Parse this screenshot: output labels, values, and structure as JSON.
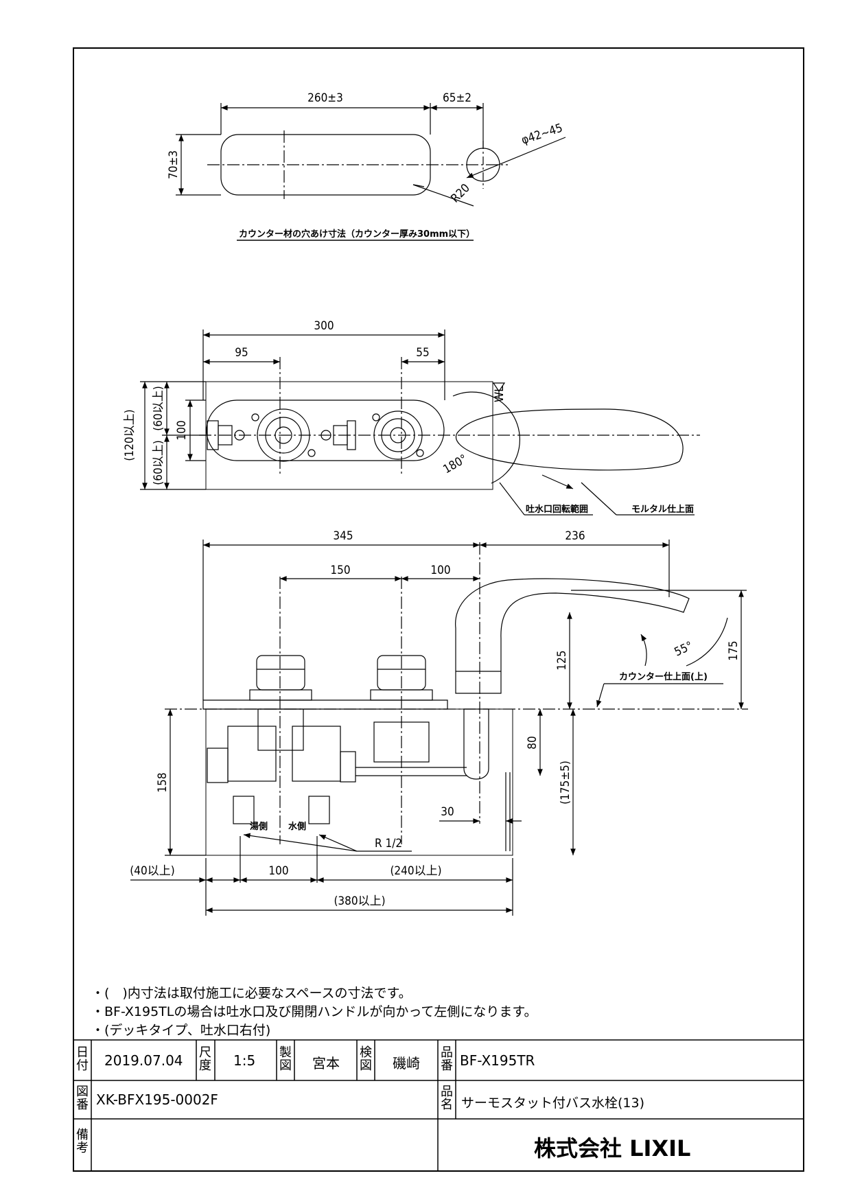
{
  "top_view": {
    "dim_width": "260±3",
    "dim_gap": "65±2",
    "dim_height": "70±3",
    "dim_hole": "φ42~45",
    "dim_radius": "R20",
    "caption": "カウンター材の穴あけ寸法（カウンター厚み30mm以下）"
  },
  "plan_view": {
    "dim_total": "300",
    "dim_left": "95",
    "dim_right": "55",
    "dim_height": "100",
    "dim_left_outer": "(120以上)",
    "dim_upper": "(60以上)",
    "dim_lower": "(60以上)",
    "angle": "180°",
    "wl": "WL",
    "callout_spout": "吐水口回転範囲",
    "callout_mortar": "モルタル仕上面"
  },
  "front_view": {
    "dim_345": "345",
    "dim_236": "236",
    "dim_150": "150",
    "dim_100": "100",
    "dim_175": "175",
    "dim_125": "125",
    "dim_55": "55°",
    "counter_label": "カウンター仕上面(上)",
    "dim_158": "158",
    "dim_80": "80",
    "dim_175_5": "(175±5)",
    "dim_30": "30",
    "hot_side": "湯側",
    "cold_side": "水側",
    "thread": "R 1/2",
    "dim_40": "(40以上)",
    "dim_100_b": "100",
    "dim_240": "(240以上)",
    "dim_380": "(380以上)"
  },
  "notes": [
    "・(　)内寸法は取付施工に必要なスペースの寸法です。",
    "・BF-X195TLの場合は吐水口及び開閉ハンドルが向かって左側になります。",
    "・(デッキタイプ、吐水口右付)"
  ],
  "title_block": {
    "date_key": "日付",
    "date": "2019.07.04",
    "scale_key": "尺度",
    "scale": "1:5",
    "drawn_key": "製図",
    "drawn": "宮本",
    "check_key": "検図",
    "check": "磯崎",
    "part_no_key": "品番",
    "part_no": "BF-X195TR",
    "drawing_no_key": "図番",
    "drawing_no": "XK-BFX195-0002F",
    "part_name_key": "品名",
    "part_name": "サーモスタット付バス水栓(13)",
    "remarks_key": "備考",
    "company": "株式会社 LIXIL"
  }
}
